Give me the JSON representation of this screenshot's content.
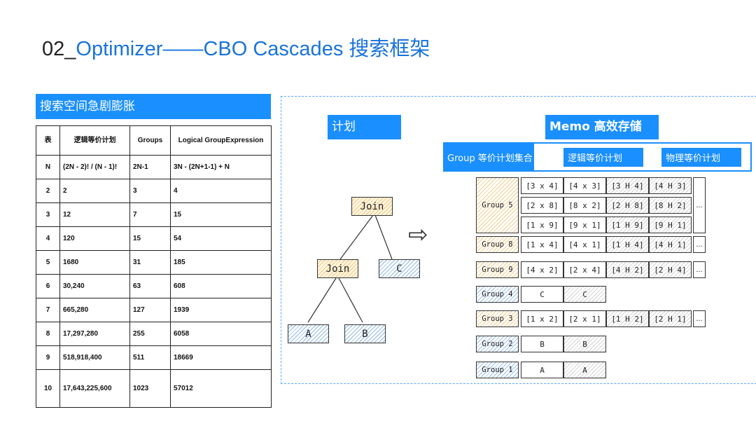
{
  "title": {
    "prefix": "02_",
    "accent": "Optimizer——CBO  Cascades 搜索框架"
  },
  "search_label": "搜索空间急剧膨胀",
  "plan_label": "计划",
  "memo_label": "Memo 高效存储",
  "memo_bar": {
    "lead": "Group 等价计划集合",
    "logical": "逻辑等价计划",
    "physical": "物理等价计划"
  },
  "table": {
    "headers": [
      "表",
      "逻辑等价计划",
      "Groups",
      "Logical GroupExpression"
    ],
    "formula_row": [
      "N",
      "(2N - 2)! / (N - 1)!",
      "2N-1",
      "3N - (2N+1-1) + N"
    ],
    "rows": [
      [
        "2",
        "2",
        "3",
        "4"
      ],
      [
        "3",
        "12",
        "7",
        "15"
      ],
      [
        "4",
        "120",
        "15",
        "54"
      ],
      [
        "5",
        "1680",
        "31",
        "185"
      ],
      [
        "6",
        "30,240",
        "63",
        "608"
      ],
      [
        "7",
        "665,280",
        "127",
        "1939"
      ],
      [
        "8",
        "17,297,280",
        "255",
        "6058"
      ],
      [
        "9",
        "518,918,400",
        "511",
        "18669"
      ],
      [
        "10",
        "17,643,225,600",
        "1023",
        "57012"
      ]
    ]
  },
  "tree": {
    "root": "Join",
    "mid": "Join",
    "c": "C",
    "a": "A",
    "b": "B"
  },
  "arrow": "⇨",
  "groups": [
    {
      "name": "Group 5",
      "cells": [
        [
          "[3 x 4]",
          "[4 x 3]",
          "[3 H 4]",
          "[4 H 3]"
        ],
        [
          "[2 x 8]",
          "[8 x 2]",
          "[2 H 8]",
          "[8 H 2]"
        ],
        [
          "[1 x 9]",
          "[9 x 1]",
          "[1 H 9]",
          "[9 H 1]"
        ]
      ]
    },
    {
      "name": "Group 8",
      "cells": [
        [
          "[1 x 4]",
          "[4 x 1]",
          "[1 H 4]",
          "[4 H 1]"
        ]
      ]
    },
    {
      "name": "Group 9",
      "cells": [
        [
          "[4 x 2]",
          "[2 x 4]",
          "[4 H 2]",
          "[2 H 4]"
        ]
      ]
    },
    {
      "name": "Group 4",
      "cells": [
        [
          "C",
          "C"
        ]
      ]
    },
    {
      "name": "Group 3",
      "cells": [
        [
          "[1 x 2]",
          "[2 x 1]",
          "[1 H 2]",
          "[2 H 1]"
        ]
      ]
    },
    {
      "name": "Group 2",
      "cells": [
        [
          "B",
          "B"
        ]
      ]
    },
    {
      "name": "Group 1",
      "cells": [
        [
          "A",
          "A"
        ]
      ]
    }
  ],
  "ellipsis": "...",
  "colors": {
    "accent": "#1a8fff",
    "title_accent": "#1a73d9",
    "group_yellow": "#f2cf8e",
    "group_blue": "#9cc2ea"
  }
}
